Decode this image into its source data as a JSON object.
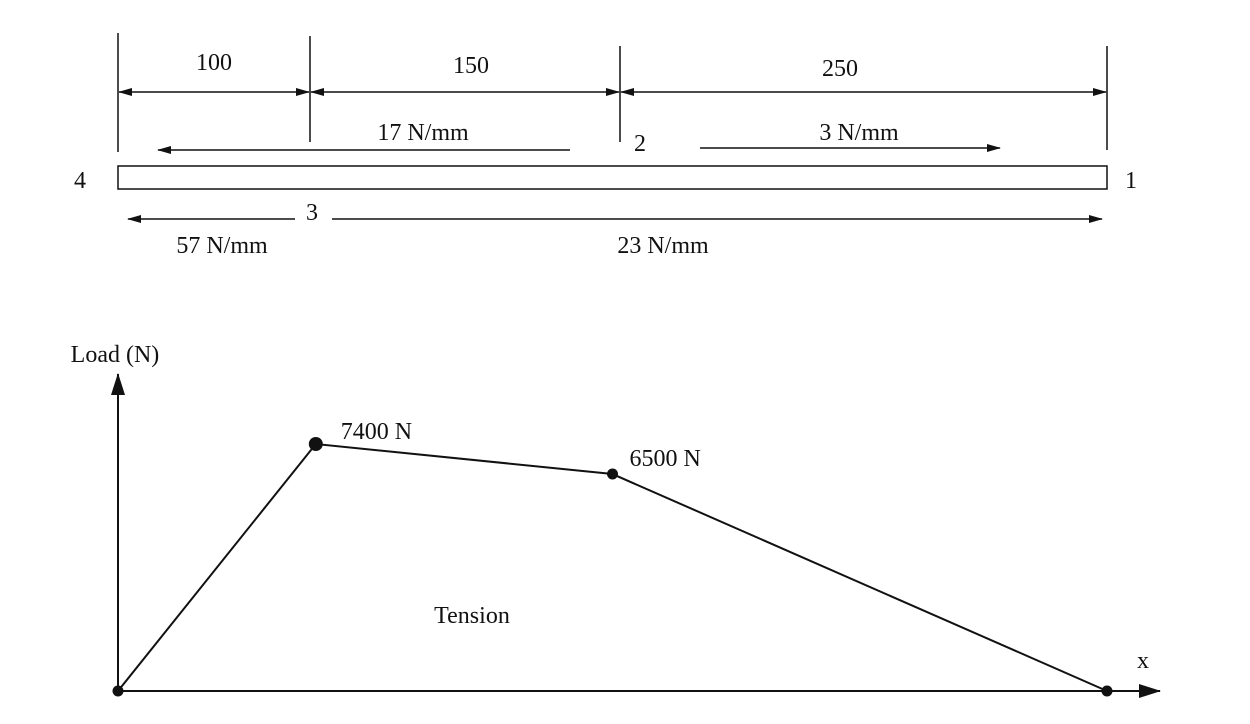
{
  "dimensions": [
    "100",
    "150",
    "250"
  ],
  "nodes": {
    "n1": "1",
    "n2": "2",
    "n3": "3",
    "n4": "4"
  },
  "loads": {
    "top_left": "17 N/mm",
    "top_right": "3 N/mm",
    "bottom_left": "57 N/mm",
    "bottom_right": "23 N/mm"
  },
  "chart_data": {
    "type": "line",
    "ylabel": "Load (N)",
    "xlabel": "x",
    "region_label": "Tension",
    "x": [
      0,
      100,
      250,
      500
    ],
    "y": [
      0,
      7400,
      6500,
      0
    ],
    "point_labels": [
      "",
      "7400 N",
      "6500 N",
      ""
    ],
    "ylim": [
      0,
      9000
    ],
    "xlim": [
      0,
      500
    ]
  }
}
